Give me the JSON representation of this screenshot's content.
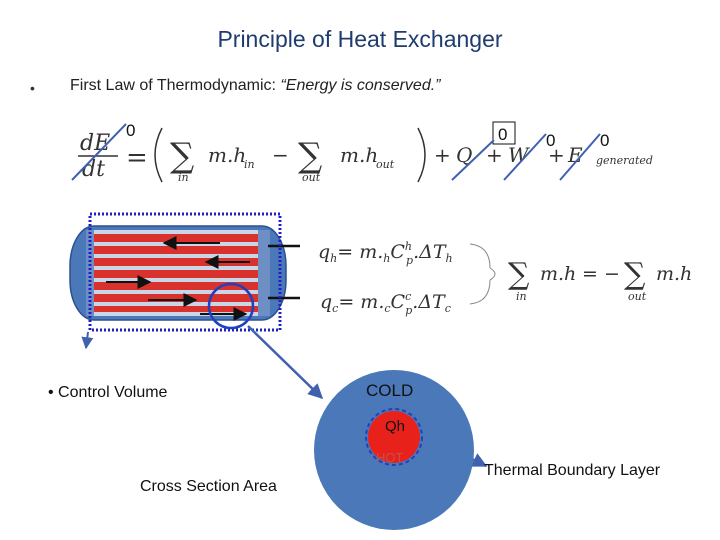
{
  "title": "Principle of Heat Exchanger",
  "bullet_1": {
    "marker": "•",
    "text": "First Law of Thermodynamic: ",
    "quote": "“Energy is conserved.”"
  },
  "energy_equation": {
    "lhs_num": "dE",
    "lhs_den": "dt",
    "eq": "=",
    "sum_in": "in",
    "sum_out": "out",
    "m": "m",
    "h": "h",
    "sub_in": "in",
    "sub_out": "out",
    "Q": "Q",
    "W": "W",
    "E": "E",
    "sub_generated": "generated",
    "zeros": [
      "0",
      "0",
      "0",
      "0"
    ]
  },
  "heat_equations": {
    "qh": "q",
    "qh_sub": "h",
    "qh_rhs": "= m.",
    "qh_m_sub": "h",
    "qh_c": "C",
    "qh_c_sup": "h",
    "qh_c_sub": "p",
    "qh_dt": ".ΔT",
    "qh_dt_sub": "h",
    "qc": "q",
    "qc_sub": "c",
    "qc_rhs": "= m.",
    "qc_m_sub": "c",
    "qc_c": "C",
    "qc_c_sup": "c",
    "qc_c_sub": "p",
    "qc_dt": ".ΔT",
    "qc_dt_sub": "c"
  },
  "balance": {
    "lhs": "m.h",
    "sub_in": "in",
    "eq": "= −",
    "rhs": "m.h",
    "sub_out": "out"
  },
  "labels": {
    "control_volume": "• Control Volume",
    "cold": "COLD",
    "qh": "Qh",
    "hot": "HOT",
    "thermal_boundary_layer": "Thermal Boundary Layer",
    "cross_section_area": "Cross Section Area"
  },
  "colors": {
    "title": "#1f3c6e",
    "shell": "#4a78b8",
    "tube_hot": "#d9312b",
    "tube_cold": "#b0c4de",
    "circle_blue": "#4472c4",
    "arrow": "#4060b0",
    "dashed_box": "#2020c0",
    "hot_core": "#e8221b"
  }
}
